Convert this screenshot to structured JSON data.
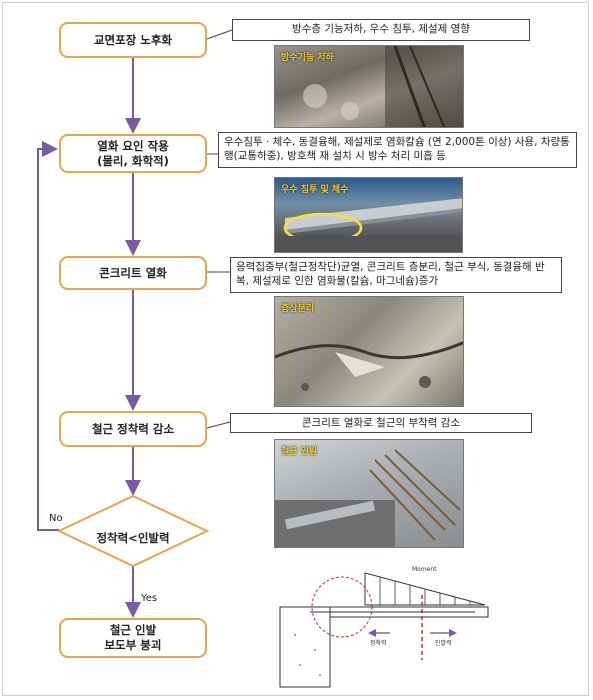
{
  "flow": {
    "steps": [
      "교면포장 노후화",
      "열화 요인 작용\n(물리, 화학적)",
      "콘크리트 열화",
      "철근 정착력 감소",
      "철근 인발\n보도부 붕괴"
    ],
    "decision": "정착력<인발력",
    "no_label": "No",
    "yes_label": "Yes"
  },
  "notes": {
    "n1": "방수층 기능저하, 우수 침투, 제설제 영향",
    "n2": "우수침투 · 체수, 동결융해, 제설제로 염화칼슘 (연 2,000톤 이상) 사용, 차량통행(교통하중), 방호책 재 설치 시 방수 처리 미흡 등",
    "n3": "응력집중부(철근정착단)균열, 콘크리트 층분리, 철근 부식, 동결융해 반복, 제설제로 인한 염화물(칼슘, 마그네슘)증가",
    "n4": "콘크리트 열화로 철근의 부착력 감소"
  },
  "photos": {
    "p1": "방수기능 저하",
    "p2": "우수 침투 및 체수",
    "p3": "층상분리",
    "p4": "철근 인발"
  },
  "diagram": {
    "moment_label": "Moment",
    "label_a": "정착력",
    "label_b": "인발력"
  },
  "colors": {
    "step_border": "#e6a64c",
    "arrow": "#7a5aa6",
    "highlight": "#f0e63a"
  }
}
